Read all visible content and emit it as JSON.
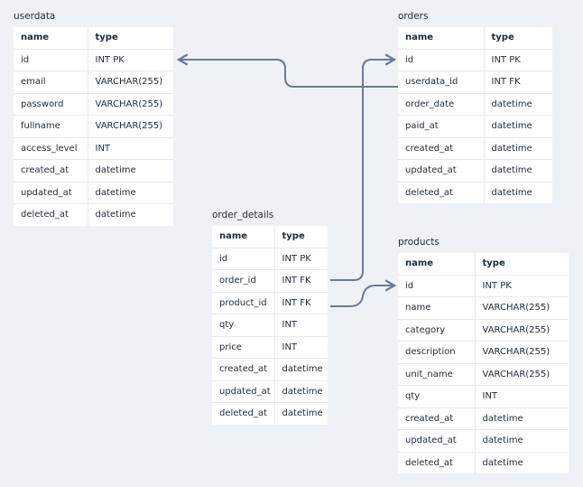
{
  "tables": [
    {
      "id": "userdata",
      "title": "userdata",
      "headers": [
        "name",
        "type"
      ],
      "rows": [
        [
          "id",
          "INT PK"
        ],
        [
          "email",
          "VARCHAR(255)"
        ],
        [
          "password",
          "VARCHAR(255)"
        ],
        [
          "fullname",
          "VARCHAR(255)"
        ],
        [
          "access_level",
          "INT"
        ],
        [
          "created_at",
          "datetime"
        ],
        [
          "updated_at",
          "datetime"
        ],
        [
          "deleted_at",
          "datetime"
        ]
      ]
    },
    {
      "id": "orders",
      "title": "orders",
      "headers": [
        "name",
        "type"
      ],
      "rows": [
        [
          "id",
          "INT PK"
        ],
        [
          "userdata_id",
          "INT FK"
        ],
        [
          "order_date",
          "datetime"
        ],
        [
          "paid_at",
          "datetime"
        ],
        [
          "created_at",
          "datetime"
        ],
        [
          "updated_at",
          "datetime"
        ],
        [
          "deleted_at",
          "datetime"
        ]
      ]
    },
    {
      "id": "order_details",
      "title": "order_details",
      "headers": [
        "name",
        "type"
      ],
      "rows": [
        [
          "id",
          "INT PK"
        ],
        [
          "order_id",
          "INT FK"
        ],
        [
          "product_id",
          "INT FK"
        ],
        [
          "qty",
          "INT"
        ],
        [
          "price",
          "INT"
        ],
        [
          "created_at",
          "datetime"
        ],
        [
          "updated_at",
          "datetime"
        ],
        [
          "deleted_at",
          "datetime"
        ]
      ]
    },
    {
      "id": "products",
      "title": "products",
      "headers": [
        "name",
        "type"
      ],
      "rows": [
        [
          "id",
          "INT PK"
        ],
        [
          "name",
          "VARCHAR(255)"
        ],
        [
          "category",
          "VARCHAR(255)"
        ],
        [
          "description",
          "VARCHAR(255)"
        ],
        [
          "unit_name",
          "VARCHAR(255)"
        ],
        [
          "qty",
          "INT"
        ],
        [
          "created_at",
          "datetime"
        ],
        [
          "updated_at",
          "datetime"
        ],
        [
          "deleted_at",
          "datetime"
        ]
      ]
    }
  ],
  "relations": [
    {
      "from": "orders.userdata_id",
      "to": "userdata.id"
    },
    {
      "from": "order_details.order_id",
      "to": "orders.id"
    },
    {
      "from": "order_details.product_id",
      "to": "products.id"
    }
  ],
  "colors": {
    "background": "#eef1f5",
    "table": "#ffffff",
    "connector": "#6b7a8f"
  }
}
